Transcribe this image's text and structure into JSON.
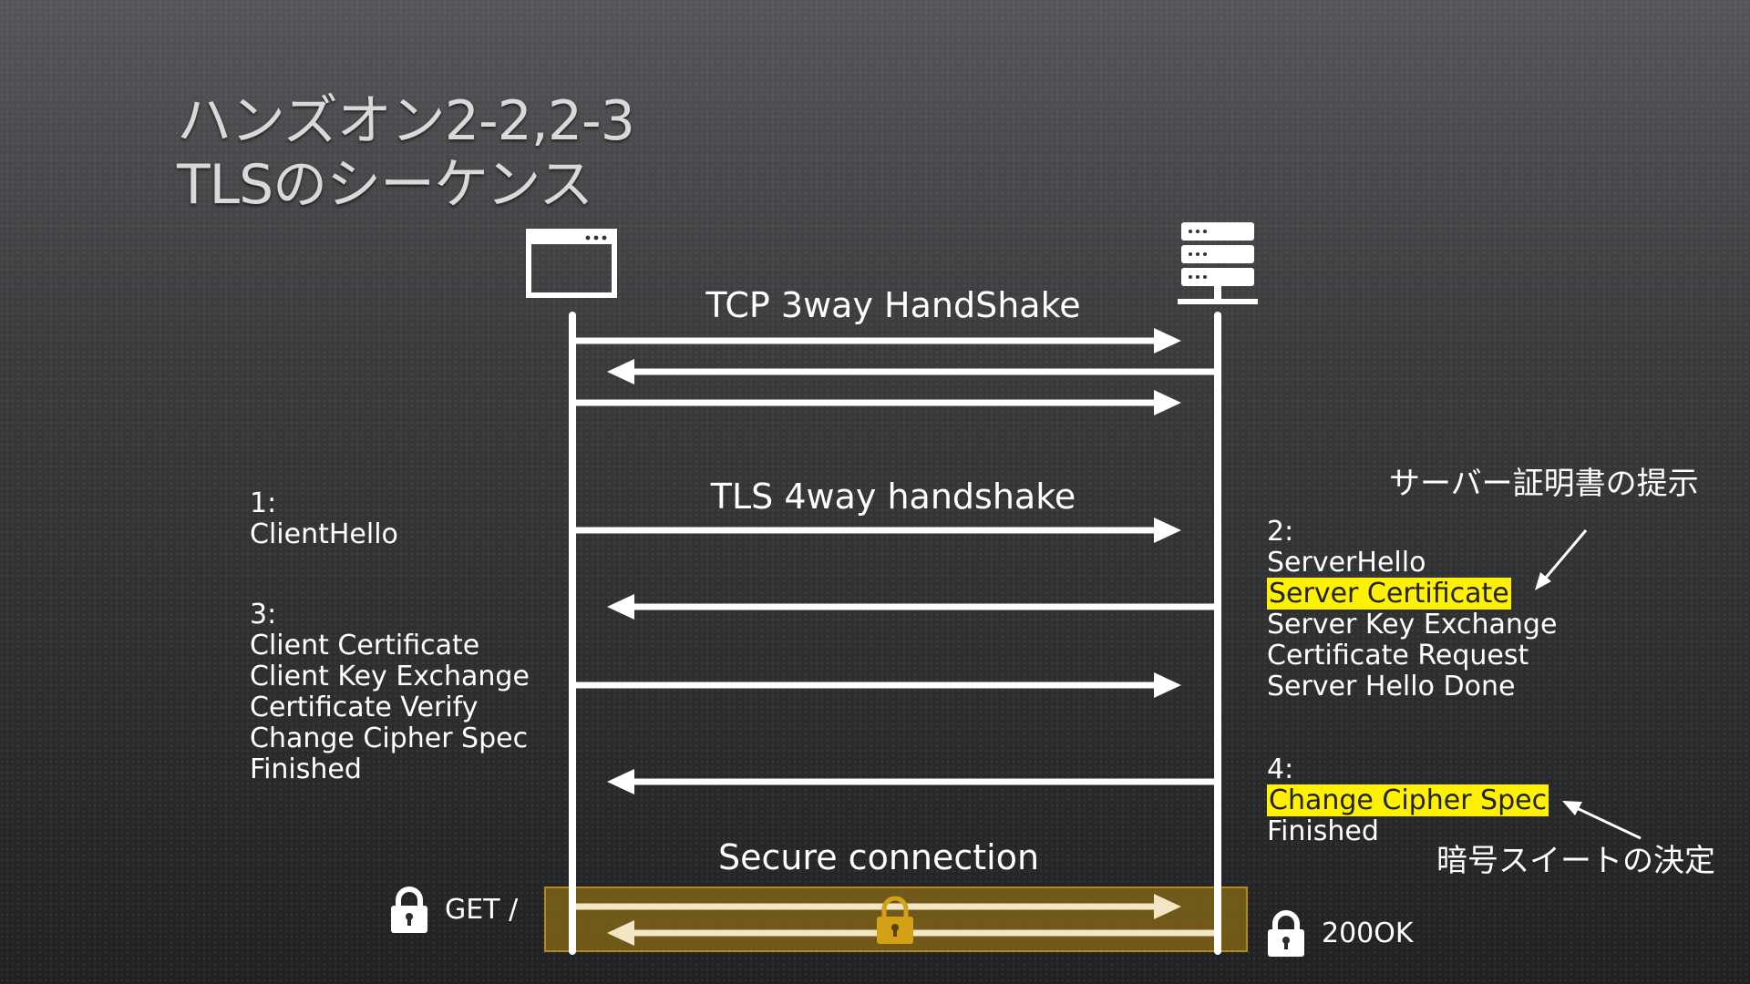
{
  "title": {
    "line1": "ハンズオン2-2,2-3",
    "line2": "TLSのシーケンス"
  },
  "icons": {
    "client": "browser-window-icon",
    "server": "server-stack-icon",
    "lock": "padlock-icon"
  },
  "labels": {
    "tcp": "TCP 3way HandShake",
    "tls": "TLS 4way handshake",
    "secure": "Secure connection",
    "get": "GET /",
    "ok": "200OK"
  },
  "client_steps": {
    "step1": {
      "num": "1:",
      "lines": [
        "ClientHello"
      ]
    },
    "step3": {
      "num": "3:",
      "lines": [
        "Client Certificate",
        "Client Key Exchange",
        "Certificate Verify",
        "Change Cipher Spec",
        "Finished"
      ]
    }
  },
  "server_steps": {
    "step2": {
      "num": "2:",
      "lines": [
        "ServerHello",
        "Server Certificate",
        "Server Key Exchange",
        "Certificate Request",
        "Server Hello Done"
      ]
    },
    "step4": {
      "num": "4:",
      "lines": [
        "Change Cipher Spec",
        "Finished"
      ]
    }
  },
  "annotations": {
    "certificate": "サーバー証明書の提示",
    "cipher": "暗号スイートの決定"
  },
  "colors": {
    "highlight": "#fff200",
    "secure_box": "#8a6b14",
    "lock_gold": "#d4a017"
  }
}
